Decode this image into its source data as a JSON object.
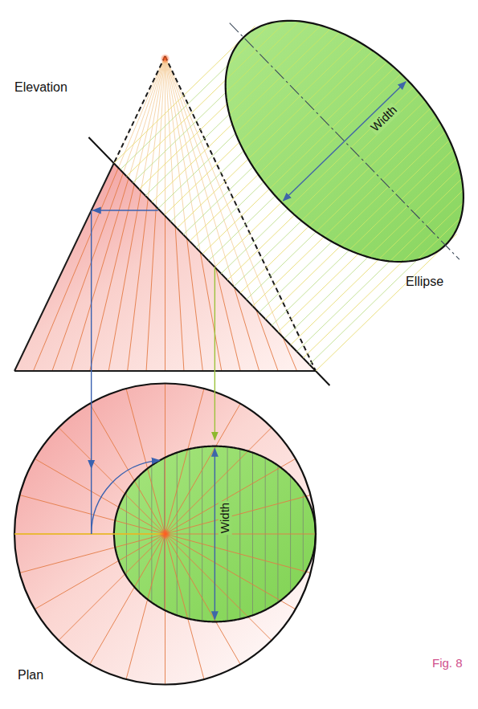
{
  "diagram": {
    "caption": "Fig. 8",
    "labels": [
      "Elevation",
      "Ellipse",
      "Width",
      "Width",
      "Plan"
    ]
  }
}
